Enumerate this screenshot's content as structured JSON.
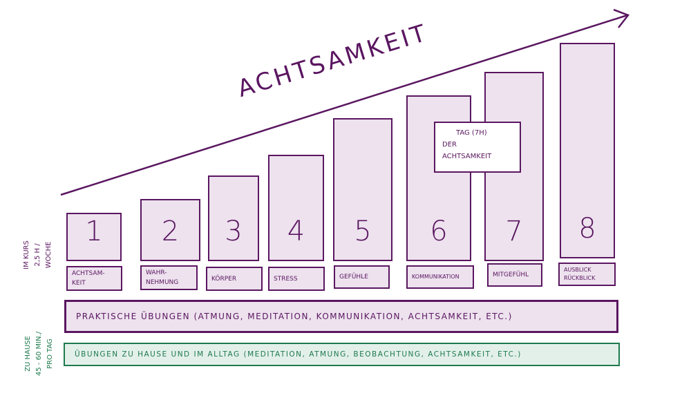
{
  "title": "Achtsamkeit",
  "sessions": [
    {
      "number": "1",
      "topic": "Achtsam-keit"
    },
    {
      "number": "2",
      "topic": "Wahr-nehmung"
    },
    {
      "number": "3",
      "topic": "Körper"
    },
    {
      "number": "4",
      "topic": "Stress"
    },
    {
      "number": "5",
      "topic": "Gefühle"
    },
    {
      "number": "6",
      "topic": "Kommunikation"
    },
    {
      "number": "7",
      "topic": "Mitgefühl"
    },
    {
      "number": "8",
      "topic": "Ausblick Rückblick"
    }
  ],
  "day_box": {
    "line1": "Tag (7h)",
    "line2": "der",
    "line3": "Achtsamkeit"
  },
  "course_label": {
    "line1": "Im Kurs",
    "line2": "2,5 h /",
    "line3": "Woche"
  },
  "home_label": {
    "line1": "Zu Hause",
    "line2": "45 - 60 Min./",
    "line3": "pro Tag"
  },
  "practical_exercises": "Praktische Übungen (Atmung, Meditation, Kommunikation, Achtsamkeit, etc.)",
  "home_exercises": "Übungen zu Hause und im Alltag (Meditation, Atmung, Beobachtung, Achtsamkeit, etc.)",
  "colors": {
    "purple": "#5a1660",
    "purple_fill": "#ede2ee",
    "green": "#1e7a4e",
    "green_fill": "#e3f0ea"
  }
}
